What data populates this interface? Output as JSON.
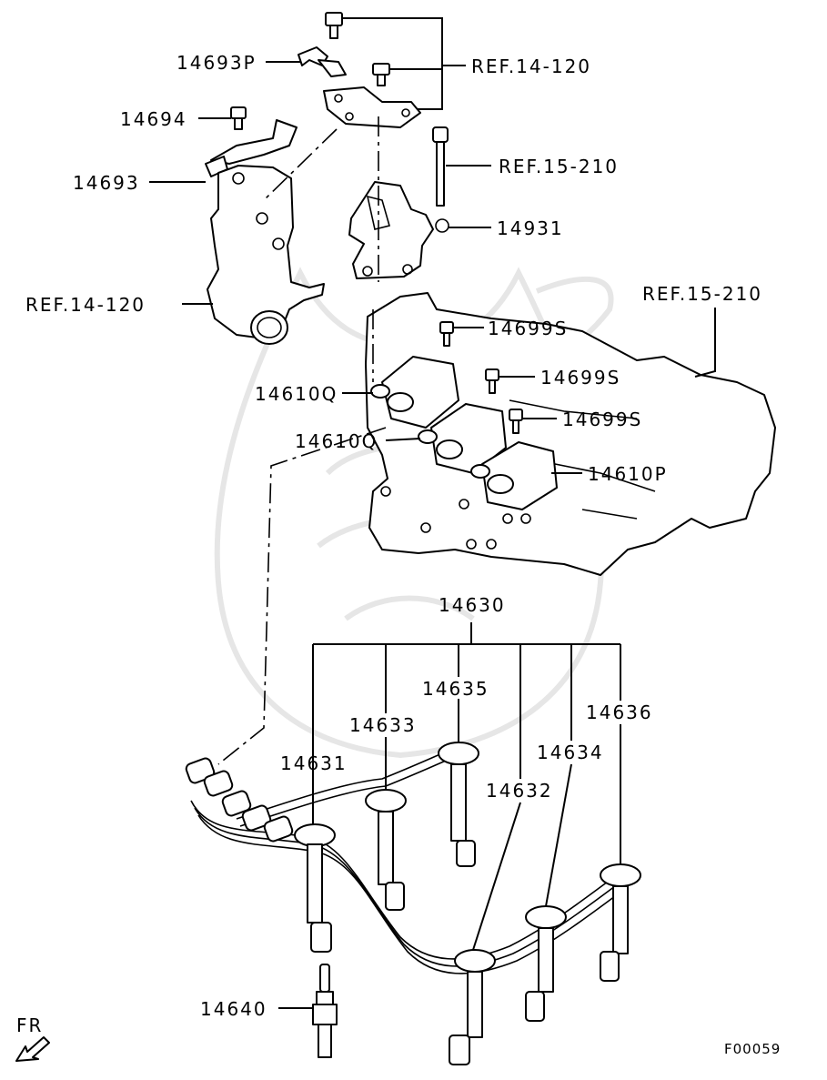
{
  "callouts": {
    "p14693P": "14693P",
    "ref_14_120_top": "REF.14-120",
    "p14694": "14694",
    "ref_15_210_mid": "REF.15-210",
    "p14693": "14693",
    "p14931": "14931",
    "ref_14_120_left": "REF.14-120",
    "ref_15_210_right": "REF.15-210",
    "p14699S_a": "14699S",
    "p14699S_b": "14699S",
    "p14699S_c": "14699S",
    "p14610Q_a": "14610Q",
    "p14610Q_b": "14610Q",
    "p14610P": "14610P",
    "p14630": "14630",
    "p14635": "14635",
    "p14636": "14636",
    "p14633": "14633",
    "p14634": "14634",
    "p14631": "14631",
    "p14632": "14632",
    "p14640": "14640"
  },
  "footer": {
    "front_marker": "FR",
    "figure_code": "F00059"
  }
}
